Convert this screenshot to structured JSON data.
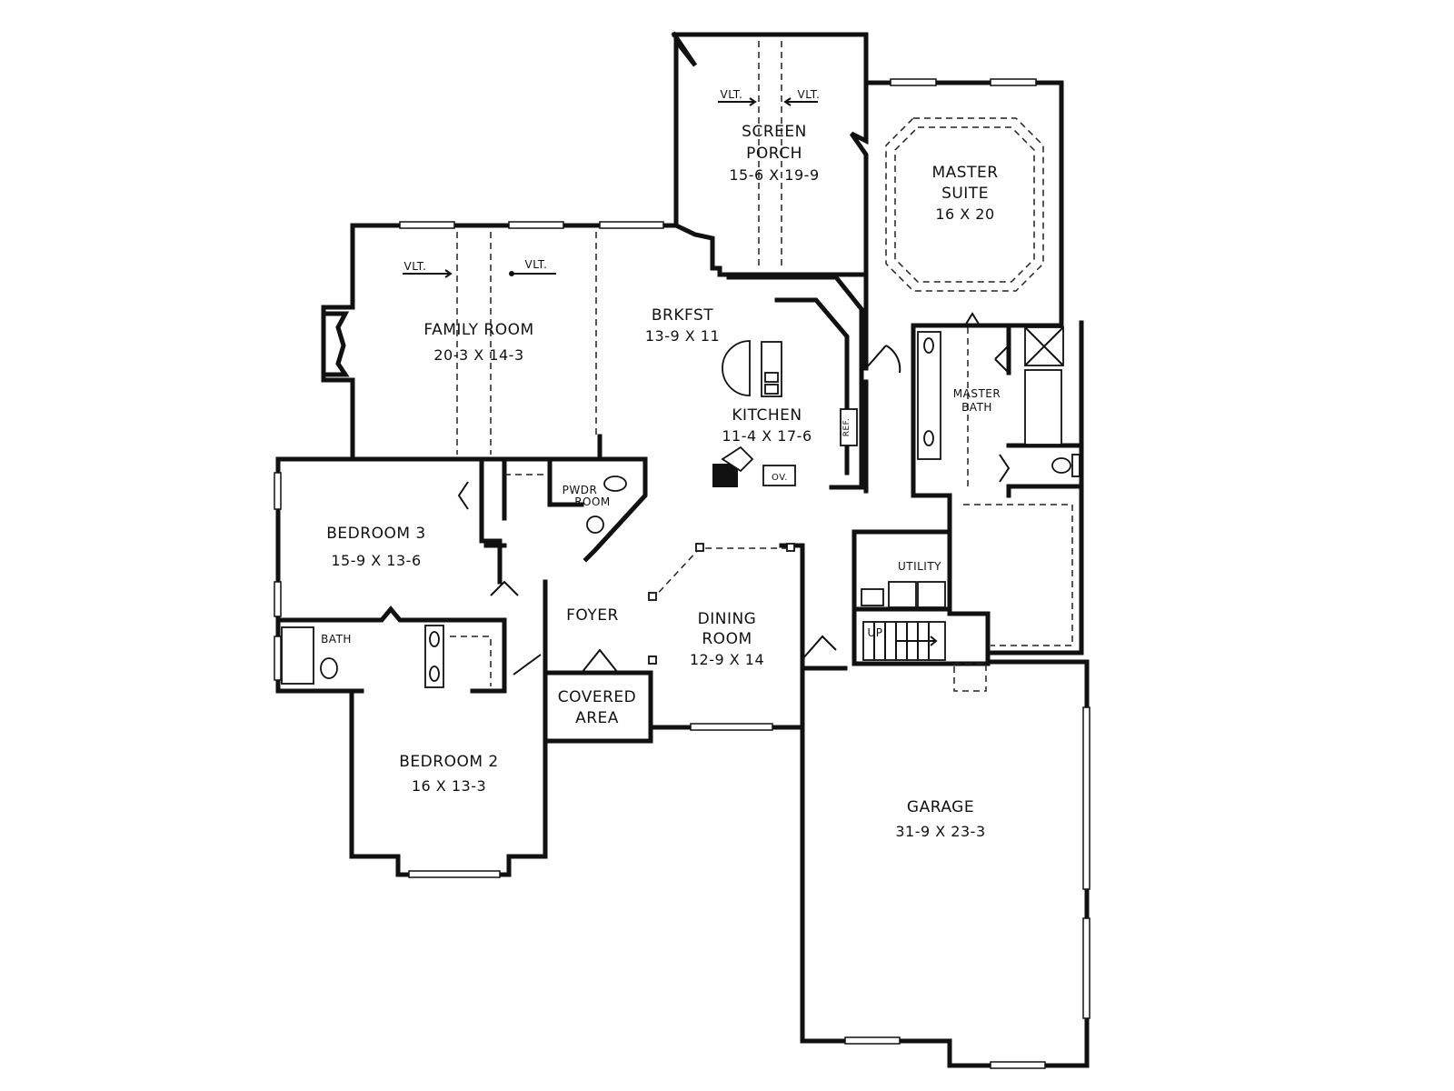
{
  "rooms": {
    "screen_porch": {
      "name_line1": "SCREEN",
      "name_line2": "PORCH",
      "size": "15-6 X 19-9"
    },
    "master_suite": {
      "name_line1": "MASTER",
      "name_line2": "SUITE",
      "size": "16 X 20"
    },
    "family_room": {
      "name": "FAMILY ROOM",
      "size": "20-3 X 14-3"
    },
    "brkfst": {
      "name": "BRKFST",
      "size": "13-9 X 11"
    },
    "kitchen": {
      "name": "KITCHEN",
      "size": "11-4 X 17-6"
    },
    "master_bath": {
      "name_line1": "MASTER",
      "name_line2": "BATH"
    },
    "bedroom3": {
      "name": "BEDROOM 3",
      "size": "15-9 X 13-6"
    },
    "pwdr_room": {
      "name_line1": "PWDR",
      "name_line2": "ROOM"
    },
    "utility": {
      "name": "UTILITY"
    },
    "foyer": {
      "name": "FOYER"
    },
    "dining_room": {
      "name_line1": "DINING",
      "name_line2": "ROOM",
      "size": "12-9 X 14"
    },
    "bath": {
      "name": "BATH"
    },
    "covered_area": {
      "name_line1": "COVERED",
      "name_line2": "AREA"
    },
    "bedroom2": {
      "name": "BEDROOM 2",
      "size": "16 X 13-3"
    },
    "garage": {
      "name": "GARAGE",
      "size": "31-9 X 23-3"
    }
  },
  "annotations": {
    "vault": "VLT.",
    "stairs_up": "UP",
    "refrigerator": "REF.",
    "oven": "OV."
  },
  "colors": {
    "line": "#111111",
    "background": "#ffffff"
  }
}
